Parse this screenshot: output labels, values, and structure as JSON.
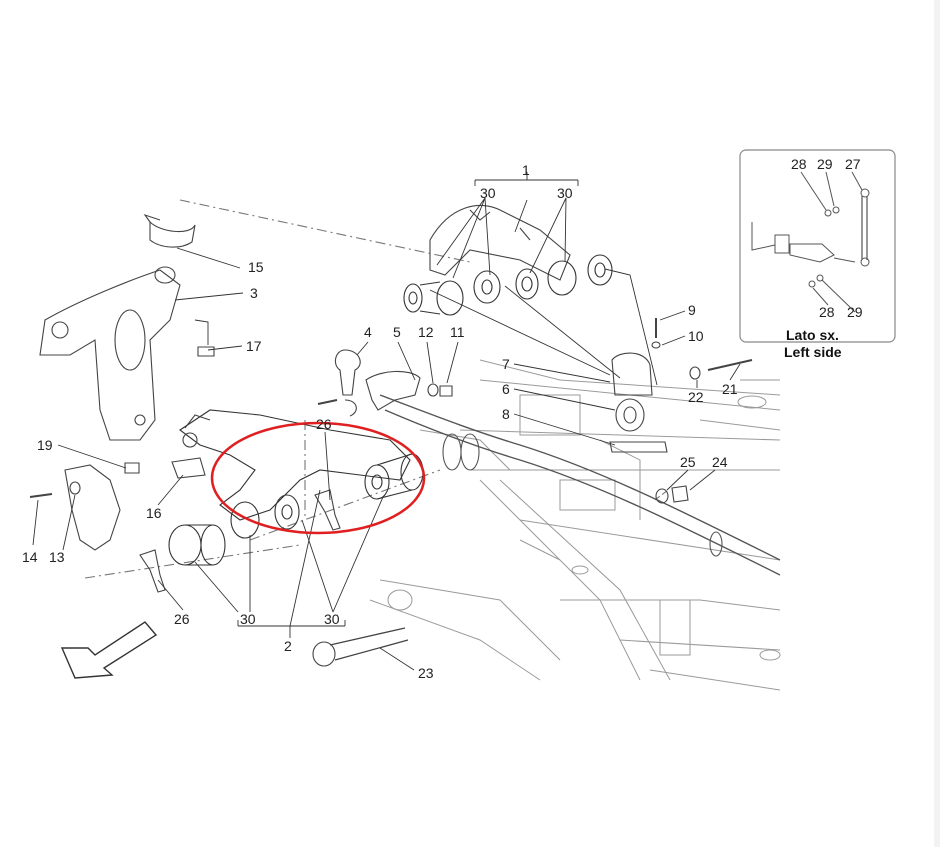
{
  "diagram": {
    "callouts": [
      "1",
      "2",
      "3",
      "4",
      "5",
      "6",
      "7",
      "8",
      "9",
      "10",
      "11",
      "12",
      "13",
      "14",
      "15",
      "16",
      "17",
      "19",
      "21",
      "22",
      "23",
      "24",
      "25",
      "26",
      "27",
      "28",
      "29",
      "30"
    ],
    "labels": {
      "l1": "1",
      "l2": "2",
      "l3": "3",
      "l4": "4",
      "l5": "5",
      "l6": "6",
      "l7": "7",
      "l8": "8",
      "l9": "9",
      "l10": "10",
      "l11": "11",
      "l12": "12",
      "l13": "13",
      "l14": "14",
      "l15": "15",
      "l16": "16",
      "l17": "17",
      "l19": "19",
      "l21": "21",
      "l22": "22",
      "l23": "23",
      "l24": "24",
      "l25": "25",
      "l26a": "26",
      "l26b": "26",
      "l30a": "30",
      "l30b": "30",
      "l30c": "30",
      "l30d": "30",
      "i27": "27",
      "i28a": "28",
      "i28b": "28",
      "i29a": "29",
      "i29b": "29"
    },
    "inset": {
      "title_it": "Lato sx.",
      "title_en": "Left side"
    },
    "highlight_color": "#e02020",
    "line_color": "#333333"
  }
}
